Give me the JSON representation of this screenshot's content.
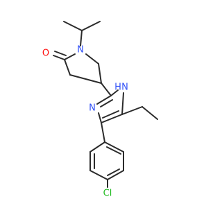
{
  "structure": {
    "atoms": {
      "o1": {
        "text": "O",
        "color": "#ff0d0d"
      },
      "n1": {
        "text": "N",
        "color": "#3050f8"
      },
      "nh": {
        "text": "H",
        "color": "#3050f8"
      },
      "nh_n": {
        "text": "N",
        "color": "#3050f8"
      },
      "n3": {
        "text": "N",
        "color": "#3050f8"
      },
      "cl": {
        "text": "Cl",
        "color": "#1fba1f"
      }
    },
    "bond_color": "#2b2b2b"
  }
}
